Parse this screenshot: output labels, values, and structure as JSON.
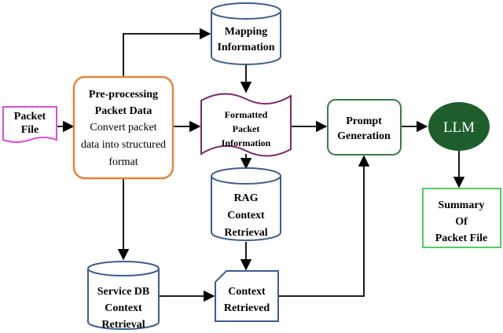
{
  "nodes": {
    "packet_file": {
      "lines": [
        "Packet",
        "File"
      ]
    },
    "preprocessing": {
      "lines": [
        "Pre-processing",
        "Packet Data",
        "Convert packet",
        "data into structured",
        "format"
      ]
    },
    "mapping": {
      "lines": [
        "Mapping",
        "Information"
      ]
    },
    "formatted": {
      "lines": [
        "Formatted",
        "Packet",
        "Information"
      ]
    },
    "prompt": {
      "lines": [
        "Prompt",
        "Generation"
      ]
    },
    "llm": {
      "lines": [
        "LLM"
      ]
    },
    "rag": {
      "lines": [
        "RAG",
        "Context",
        "Retrieval"
      ]
    },
    "summary": {
      "lines": [
        "Summary",
        "Of",
        "Packet File"
      ]
    },
    "service_db": {
      "lines": [
        "Service DB",
        "Context",
        "Retrieval"
      ]
    },
    "context_retrieved": {
      "lines": [
        "Context",
        "Retrieved"
      ]
    }
  },
  "colors": {
    "packet_file_border": "#d94fd6",
    "preprocessing_border": "#e8823a",
    "prompt_border": "#3a7a45",
    "llm_fill": "#1e5e2c",
    "summary_border": "#4ccf63",
    "line": "#000000"
  }
}
